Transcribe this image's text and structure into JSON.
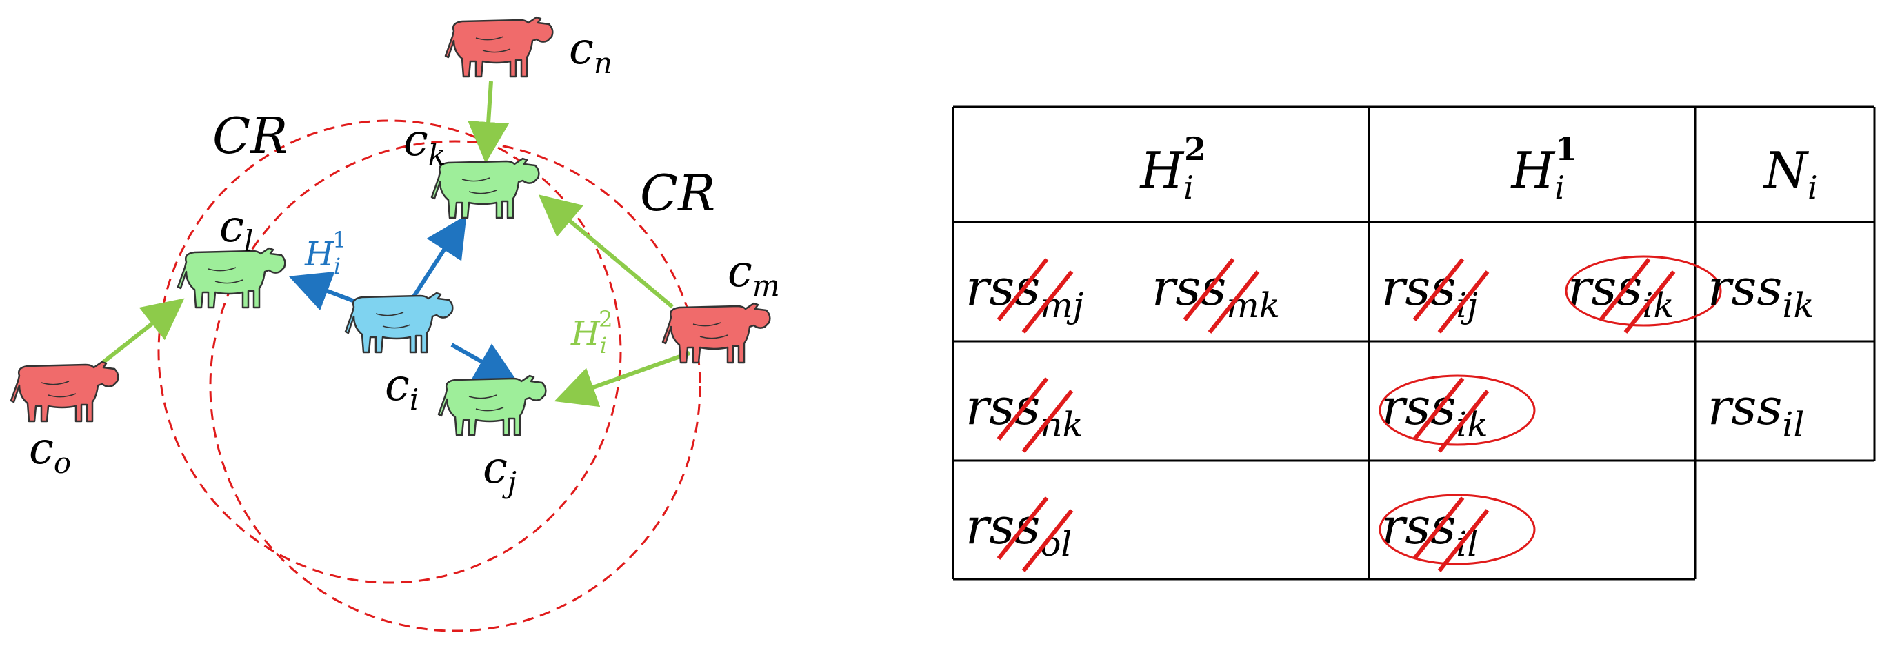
{
  "colors": {
    "cow_self": "#7fd3f0",
    "cow_one_hop": "#9eee9a",
    "cow_two_hop": "#f06b6b",
    "arrow_one_hop": "#1f74c0",
    "arrow_two_hop": "#8dcb4a",
    "range_circle": "#e01b1b",
    "strike": "#e01b1b"
  },
  "diagram": {
    "range_label": "CR",
    "cow_labels": {
      "self": {
        "base": "c",
        "sub": "i"
      },
      "j": {
        "base": "c",
        "sub": "j"
      },
      "k": {
        "base": "c",
        "sub": "k"
      },
      "l": {
        "base": "c",
        "sub": "l"
      },
      "m": {
        "base": "c",
        "sub": "m"
      },
      "n": {
        "base": "c",
        "sub": "n"
      },
      "o": {
        "base": "c",
        "sub": "o"
      }
    },
    "one_hop_label": {
      "base": "H",
      "sub": "i",
      "sup": "1"
    },
    "two_hop_label": {
      "base": "H",
      "sub": "i",
      "sup": "2"
    }
  },
  "table": {
    "headers": [
      {
        "base": "H",
        "sub": "i",
        "sup": "2"
      },
      {
        "base": "H",
        "sub": "i",
        "sup": "1"
      },
      {
        "base": "N",
        "sub": "i",
        "sup": ""
      }
    ],
    "rows": [
      [
        [
          {
            "base": "rss",
            "sub": "mj",
            "struck": true,
            "circled": false
          },
          {
            "base": "rss",
            "sub": "mk",
            "struck": true,
            "circled": false
          }
        ],
        [
          {
            "base": "rss",
            "sub": "ij",
            "struck": true,
            "circled": false
          },
          {
            "base": "rss",
            "sub": "ik",
            "struck": true,
            "circled": true
          }
        ],
        [
          {
            "base": "rss",
            "sub": "ik",
            "struck": false,
            "circled": false
          }
        ]
      ],
      [
        [
          {
            "base": "rss",
            "sub": "nk",
            "struck": true,
            "circled": false
          }
        ],
        [
          {
            "base": "rss",
            "sub": "ik",
            "struck": true,
            "circled": true
          }
        ],
        [
          {
            "base": "rss",
            "sub": "il",
            "struck": false,
            "circled": false
          }
        ]
      ],
      [
        [
          {
            "base": "rss",
            "sub": "ol",
            "struck": true,
            "circled": false
          }
        ],
        [
          {
            "base": "rss",
            "sub": "il",
            "struck": true,
            "circled": true
          }
        ],
        []
      ]
    ]
  }
}
